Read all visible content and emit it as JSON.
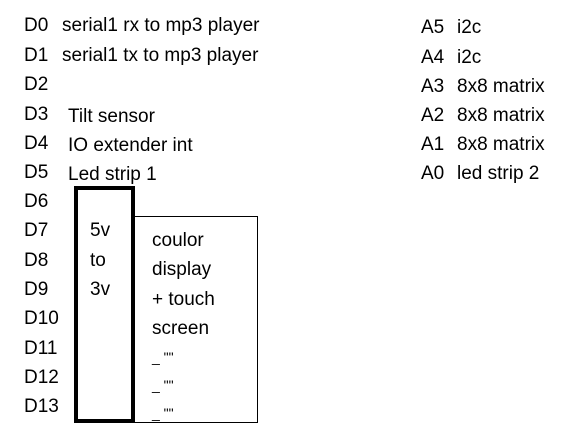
{
  "left_pins": [
    {
      "pin": "D0",
      "label": "serial1 rx to mp3 player"
    },
    {
      "pin": "D1",
      "label": "serial1 tx to mp3 player"
    },
    {
      "pin": "D2",
      "label": ""
    },
    {
      "pin": "D3",
      "label": "Tilt sensor"
    },
    {
      "pin": "D4",
      "label": "IO extender int"
    },
    {
      "pin": "D5",
      "label": "Led strip 1"
    },
    {
      "pin": "D6",
      "label": ""
    },
    {
      "pin": "D7",
      "label": ""
    },
    {
      "pin": "D8",
      "label": ""
    },
    {
      "pin": "D9",
      "label": ""
    },
    {
      "pin": "D10",
      "label": ""
    },
    {
      "pin": "D11",
      "label": ""
    },
    {
      "pin": "D12",
      "label": ""
    },
    {
      "pin": "D13",
      "label": ""
    }
  ],
  "right_pins": [
    {
      "pin": "A5",
      "label": "i2c"
    },
    {
      "pin": "A4",
      "label": "i2c"
    },
    {
      "pin": "A3",
      "label": "8x8 matrix"
    },
    {
      "pin": "A2",
      "label": "8x8 matrix"
    },
    {
      "pin": "A1",
      "label": "8x8 matrix"
    },
    {
      "pin": "A0",
      "label": "led strip 2"
    }
  ],
  "converter": {
    "lines": [
      "5v",
      "to",
      "3v"
    ]
  },
  "display": {
    "lines": [
      "coulor",
      "display",
      "+ touch",
      "screen"
    ],
    "ditto_lines": [
      "_ \"\"",
      "_ \"\"",
      "_ \"\""
    ]
  }
}
